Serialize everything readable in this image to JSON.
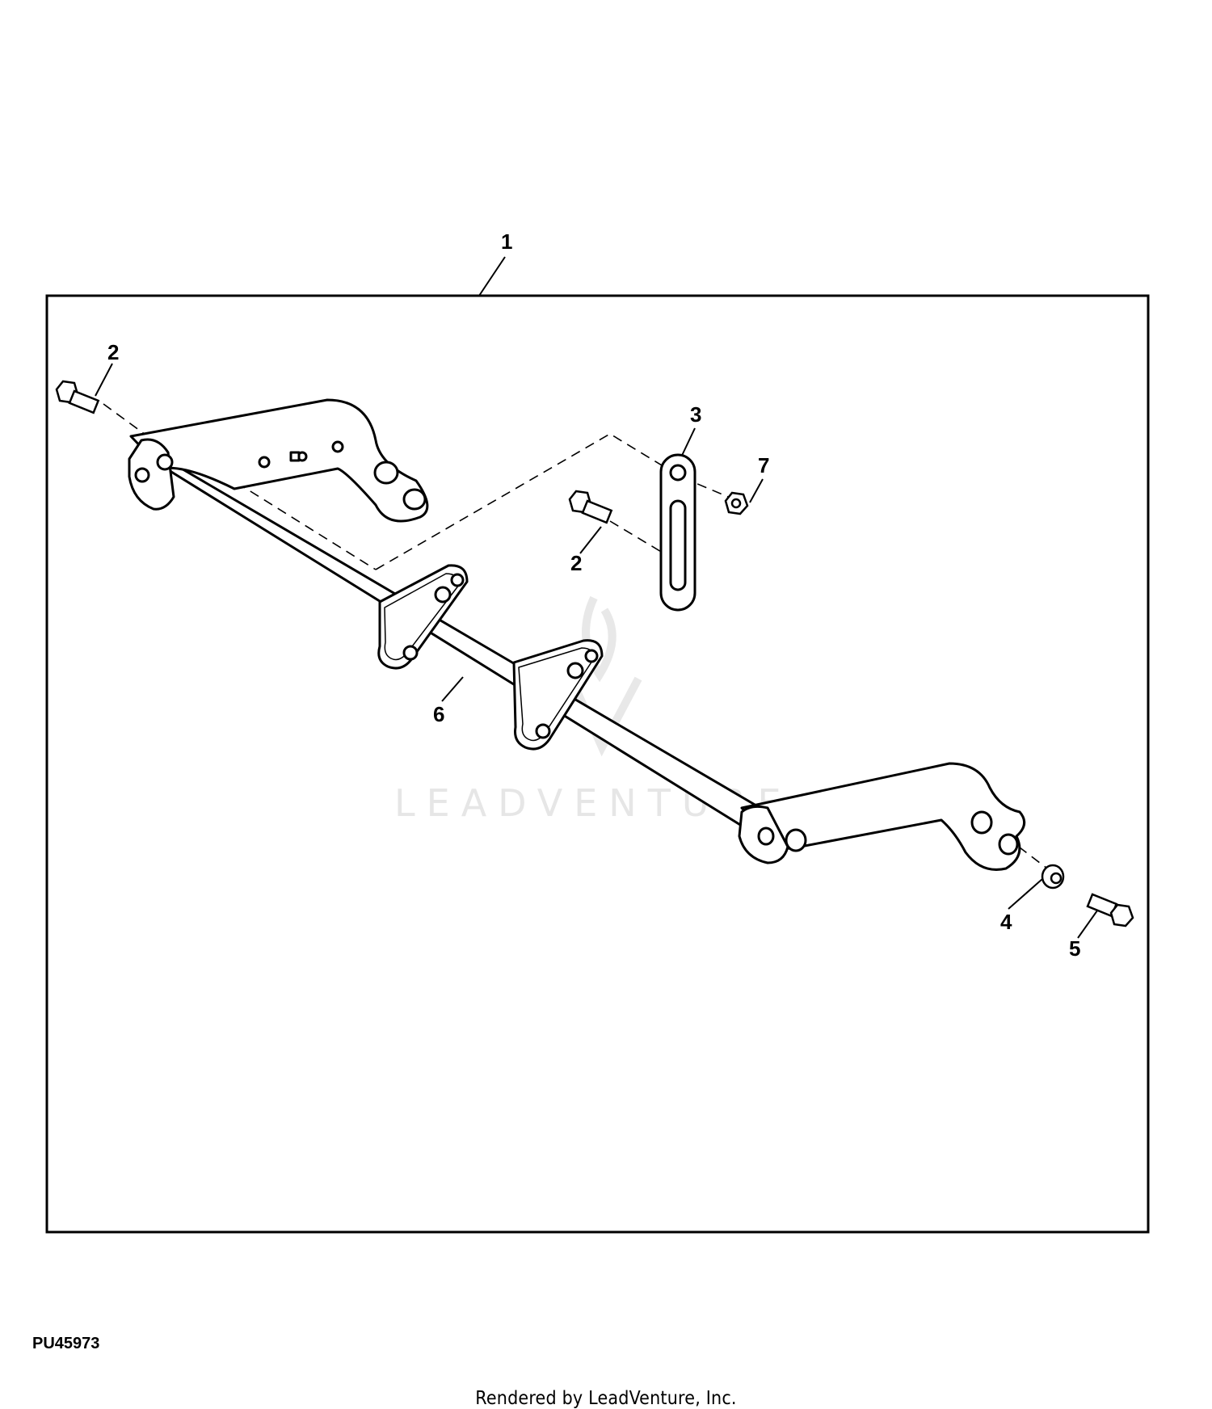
{
  "diagram": {
    "callouts": [
      {
        "id": "c1",
        "label": "1"
      },
      {
        "id": "c2a",
        "label": "2"
      },
      {
        "id": "c2b",
        "label": "2"
      },
      {
        "id": "c3",
        "label": "3"
      },
      {
        "id": "c4",
        "label": "4"
      },
      {
        "id": "c5",
        "label": "5"
      },
      {
        "id": "c6",
        "label": "6"
      },
      {
        "id": "c7",
        "label": "7"
      }
    ],
    "watermark_text": "LEADVENTURE"
  },
  "figure_id": "PU45973",
  "footer_text": "Rendered by LeadVenture, Inc."
}
